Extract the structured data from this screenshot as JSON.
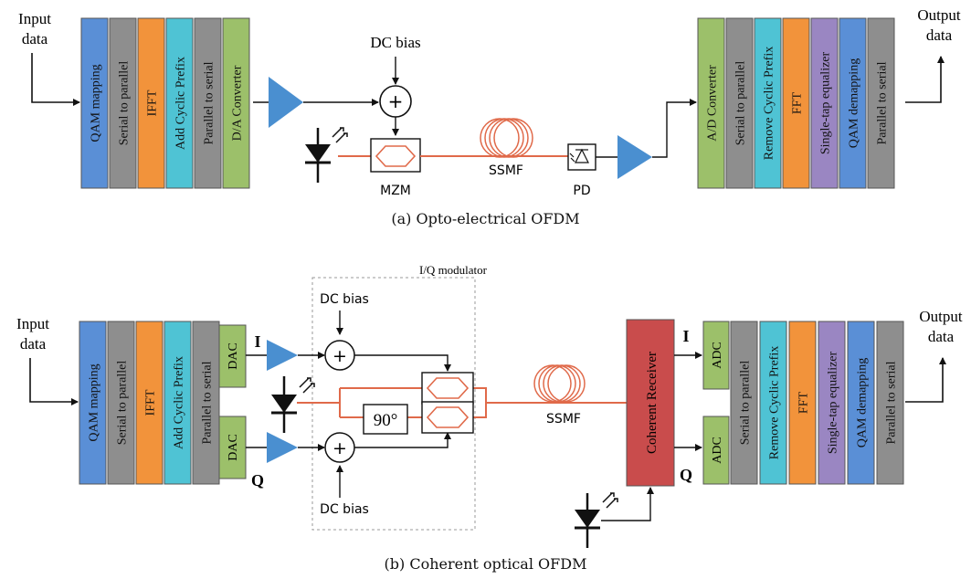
{
  "colors": {
    "green": "#9cc06a",
    "gray": "#8e8e8e",
    "orange": "#f2933b",
    "cyan": "#4fc3d4",
    "purple": "#9a86c2",
    "blue": "#5a8fd6",
    "red": "#c94c4c",
    "amp": "#4a8fd0",
    "fiber": "#e06a4a",
    "line": "#111111"
  },
  "panel_a": {
    "caption": "(a) Opto-electrical OFDM",
    "input_label": [
      "Input",
      "data"
    ],
    "output_label": [
      "Output",
      "data"
    ],
    "dc_bias": "DC bias",
    "mzm": "MZM",
    "ssmf": "SSMF",
    "pd": "PD",
    "tx_blocks": [
      {
        "label": "QAM mapping",
        "color": "blue"
      },
      {
        "label": "Serial to parallel",
        "color": "gray"
      },
      {
        "label": "IFFT",
        "color": "orange"
      },
      {
        "label": "Add Cyclic Prefix",
        "color": "cyan"
      },
      {
        "label": "Parallel to serial",
        "color": "gray"
      },
      {
        "label": "D/A Converter",
        "color": "green"
      }
    ],
    "rx_blocks": [
      {
        "label": "A/D Converter",
        "color": "green"
      },
      {
        "label": "Serial to parallel",
        "color": "gray"
      },
      {
        "label": "Remove Cyclic Prefix",
        "color": "cyan"
      },
      {
        "label": "FFT",
        "color": "orange"
      },
      {
        "label": "Single-tap equalizer",
        "color": "purple"
      },
      {
        "label": "QAM demapping",
        "color": "blue"
      },
      {
        "label": "Parallel to serial",
        "color": "gray"
      }
    ]
  },
  "panel_b": {
    "caption": "(b) Coherent optical OFDM",
    "input_label": [
      "Input",
      "data"
    ],
    "output_label": [
      "Output",
      "data"
    ],
    "iq_modulator": "I/Q modulator",
    "dc_bias_top": "DC bias",
    "dc_bias_bottom": "DC bias",
    "phase": "90°",
    "ssmf": "SSMF",
    "i_label": "I",
    "q_label": "Q",
    "dac": "DAC",
    "adc": "ADC",
    "coherent_receiver": "Coherent Receiver",
    "tx_blocks": [
      {
        "label": "QAM mapping",
        "color": "blue"
      },
      {
        "label": "Serial to parallel",
        "color": "gray"
      },
      {
        "label": "IFFT",
        "color": "orange"
      },
      {
        "label": "Add Cyclic Prefix",
        "color": "cyan"
      },
      {
        "label": "Parallel to serial",
        "color": "gray"
      }
    ],
    "rx_blocks": [
      {
        "label": "Serial to parallel",
        "color": "gray"
      },
      {
        "label": "Remove Cyclic Prefix",
        "color": "cyan"
      },
      {
        "label": "FFT",
        "color": "orange"
      },
      {
        "label": "Single-tap equalizer",
        "color": "purple"
      },
      {
        "label": "QAM demapping",
        "color": "blue"
      },
      {
        "label": "Parallel to serial",
        "color": "gray"
      }
    ]
  }
}
